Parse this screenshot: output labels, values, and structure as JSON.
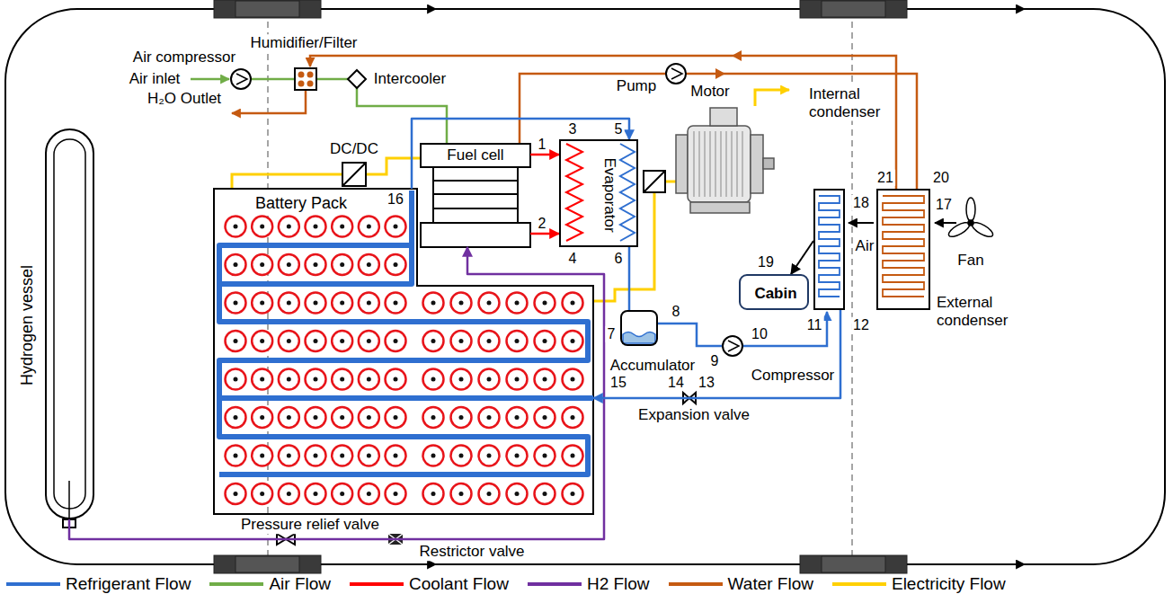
{
  "diagram": {
    "nodes": [
      {
        "text": [
          "Hydrogen vessel"
        ]
      },
      {
        "text": [
          "Battery Pack"
        ]
      },
      {
        "text": [
          "Fuel cell"
        ]
      },
      {
        "text": [
          "Evaporator"
        ]
      },
      {
        "text": [
          "Internal condenser"
        ]
      },
      {
        "text": [
          "External condenser"
        ]
      },
      {
        "text": [
          "Cabin"
        ]
      },
      {
        "text": [
          "Accumulator"
        ]
      }
    ],
    "edges": [
      {
        "from": 2,
        "to": 3,
        "arrow": "to"
      },
      {
        "from": 2,
        "to": 3,
        "arrow": "to"
      },
      {
        "from": 0,
        "to": 2,
        "arrow": "to"
      },
      {
        "from": 1,
        "to": 3,
        "arrow": "to"
      },
      {
        "from": 3,
        "to": 7,
        "arrow": "none"
      },
      {
        "from": 4,
        "to": 1,
        "arrow": "to"
      },
      {
        "from": 4,
        "to": 6,
        "arrow": "to"
      }
    ],
    "labels": [
      "Air compressor",
      "Air inlet",
      "Humidifier/Filter",
      "Intercooler",
      "H₂O Outlet",
      "DC/DC",
      "Pump",
      "Motor",
      "Air",
      "Fan",
      "Compressor",
      "Expansion valve",
      "Pressure relief valve",
      "Restrictor valve",
      "1",
      "2",
      "3",
      "4",
      "5",
      "6",
      "7",
      "8",
      "9",
      "10",
      "11",
      "12",
      "13",
      "14",
      "15",
      "16",
      "17",
      "18",
      "19",
      "20",
      "21"
    ],
    "legend": [
      {
        "text": "Refrigerant Flow",
        "color": "#2f6fd0"
      },
      {
        "text": "Air Flow",
        "color": "#70ad47"
      },
      {
        "text": "Coolant Flow",
        "color": "#ff0000"
      },
      {
        "text": "H2 Flow",
        "color": "#7030a0"
      },
      {
        "text": "Water Flow",
        "color": "#c55a11"
      },
      {
        "text": "Electricity Flow",
        "color": "#ffd000"
      }
    ]
  }
}
